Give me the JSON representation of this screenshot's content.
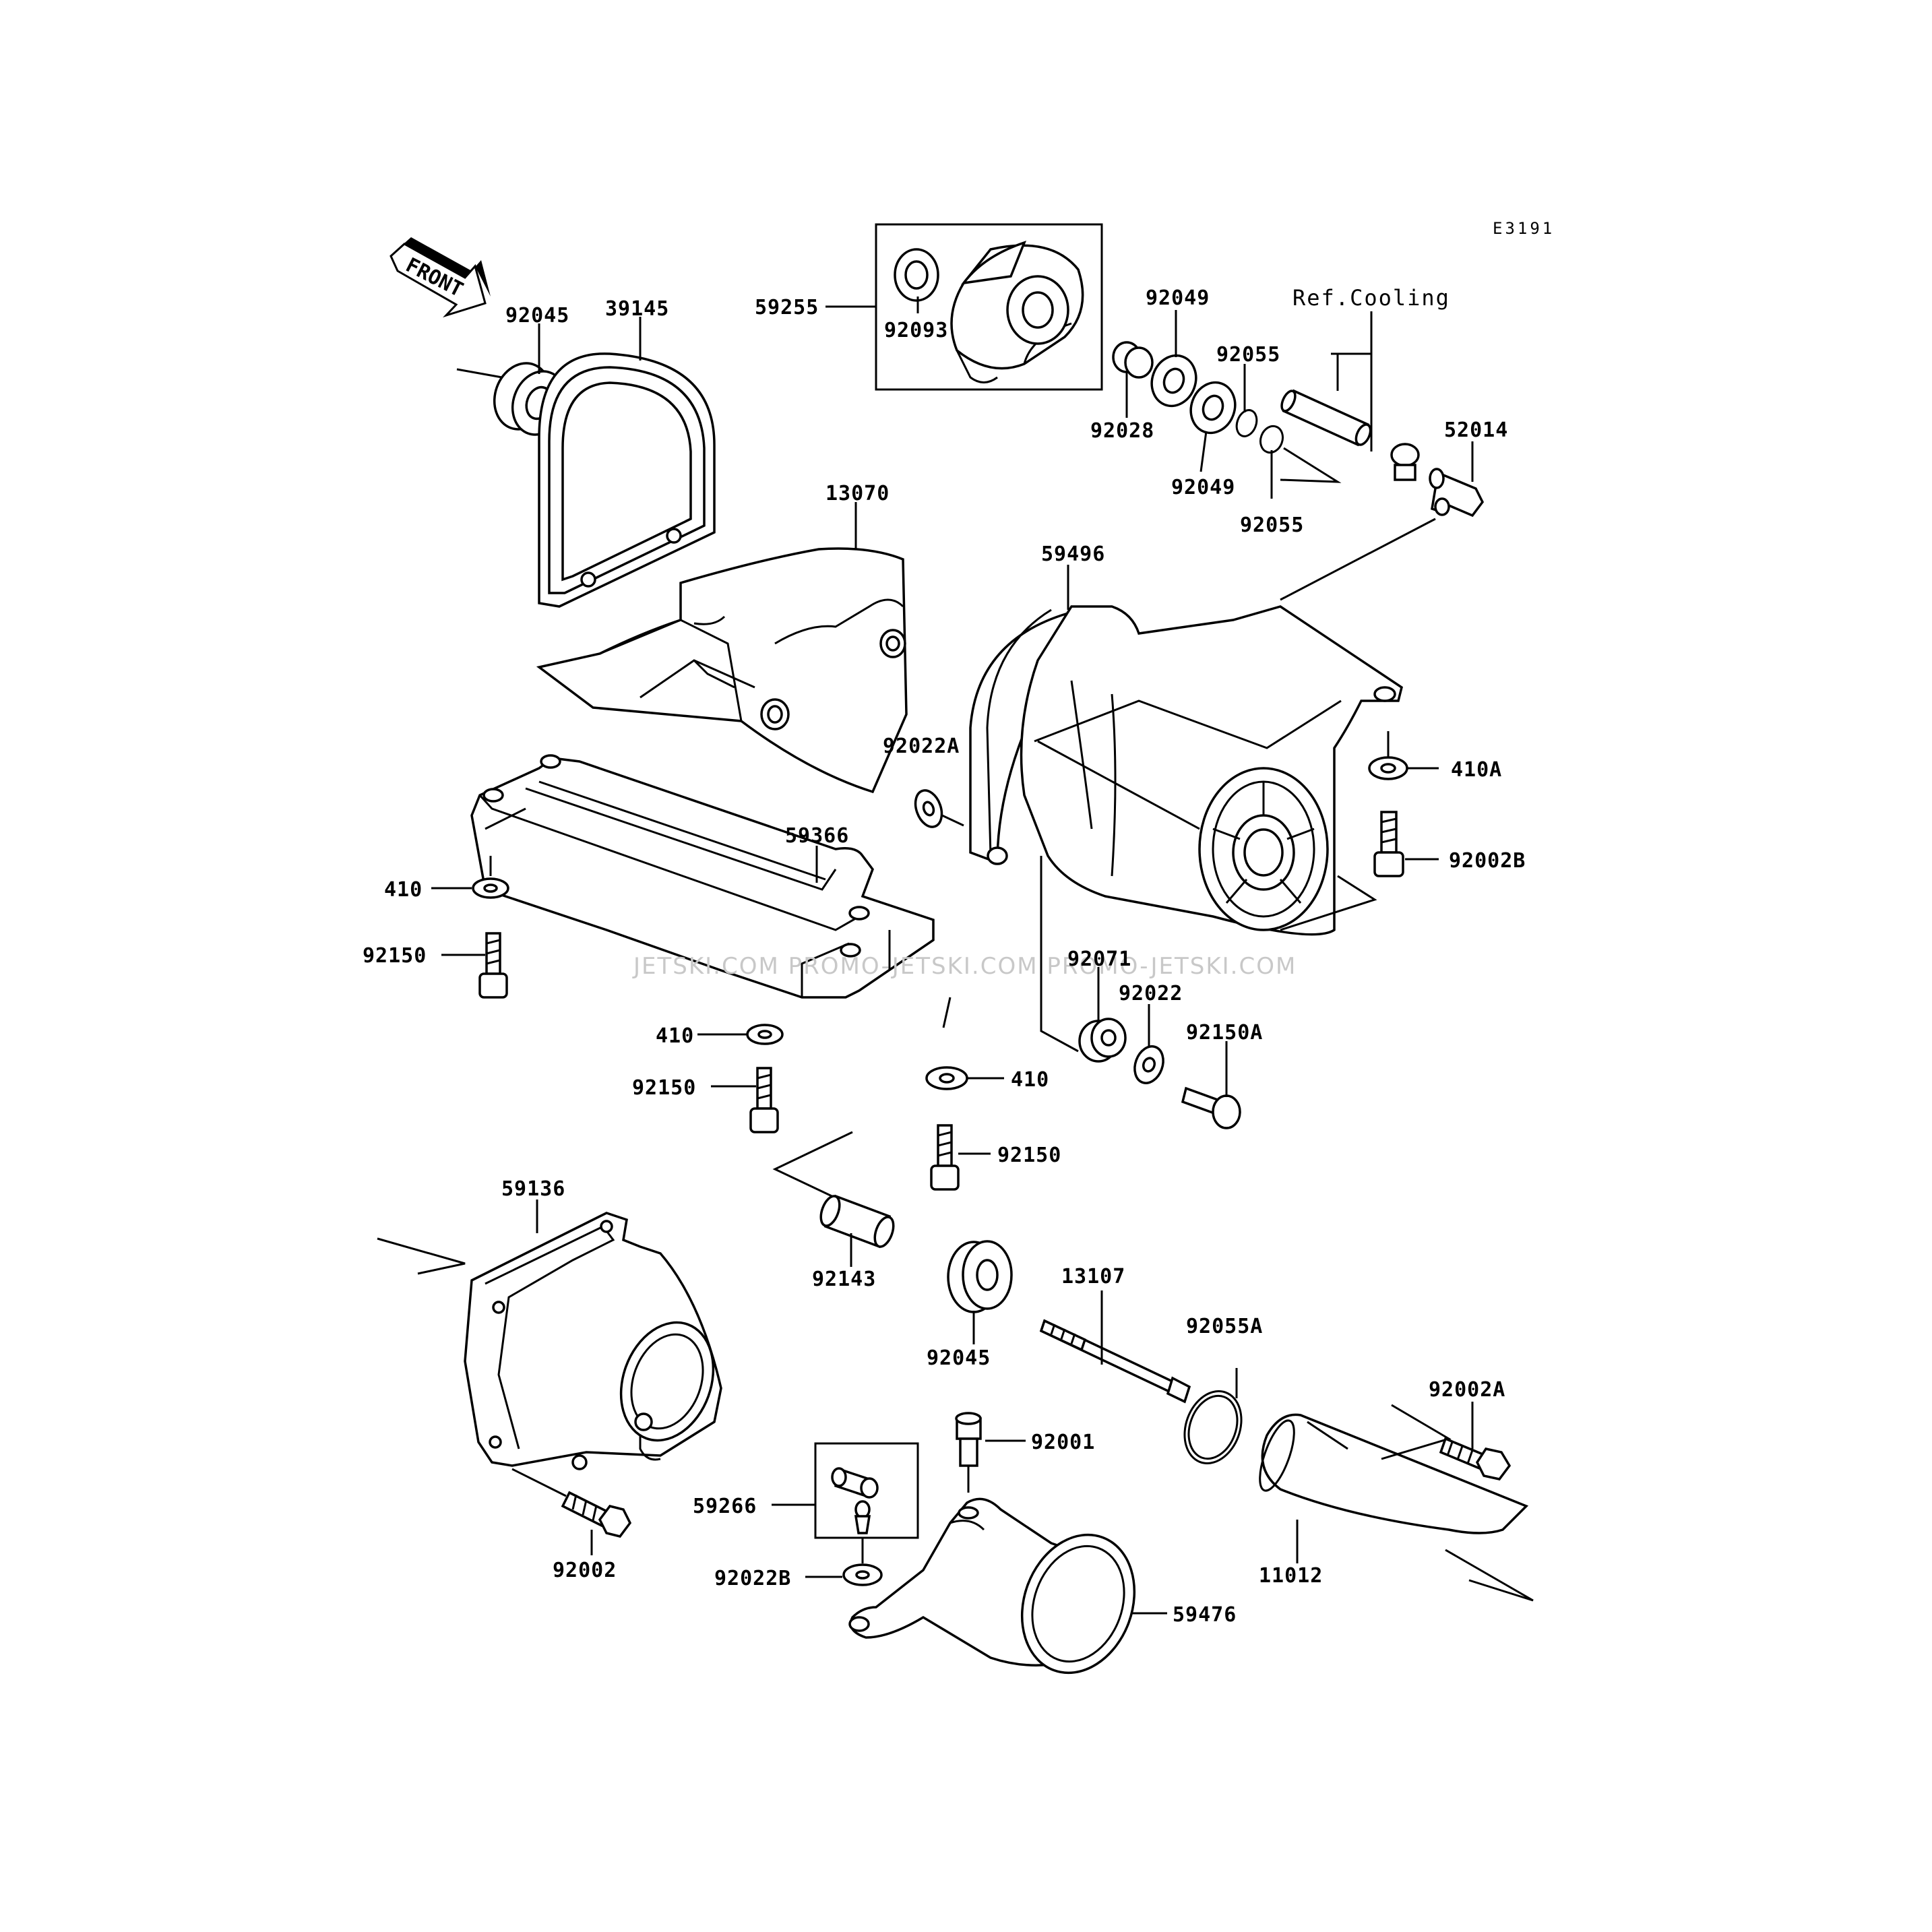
{
  "diagram": {
    "code": "E3191",
    "front_label": "FRONT",
    "ref_note": "Ref.Cooling",
    "watermark": "JETSKI.COM  PROMO-JETSKI.COM   PROMO-JETSKI.COM",
    "parts": [
      {
        "id": "p92045a",
        "label": "92045"
      },
      {
        "id": "p39145",
        "label": "39145"
      },
      {
        "id": "p59255",
        "label": "59255"
      },
      {
        "id": "p92093",
        "label": "92093"
      },
      {
        "id": "p92049a",
        "label": "92049"
      },
      {
        "id": "p92055a",
        "label": "92055"
      },
      {
        "id": "p92028",
        "label": "92028"
      },
      {
        "id": "p92049b",
        "label": "92049"
      },
      {
        "id": "p92055b",
        "label": "92055"
      },
      {
        "id": "p52014",
        "label": "52014"
      },
      {
        "id": "p13070",
        "label": "13070"
      },
      {
        "id": "p59496",
        "label": "59496"
      },
      {
        "id": "p92022A",
        "label": "92022A"
      },
      {
        "id": "p410A",
        "label": "410A"
      },
      {
        "id": "p92002B",
        "label": "92002B"
      },
      {
        "id": "p59366",
        "label": "59366"
      },
      {
        "id": "p410a",
        "label": "410"
      },
      {
        "id": "p92150a",
        "label": "92150"
      },
      {
        "id": "p92071",
        "label": "92071"
      },
      {
        "id": "p92022",
        "label": "92022"
      },
      {
        "id": "p92150A",
        "label": "92150A"
      },
      {
        "id": "p410b",
        "label": "410"
      },
      {
        "id": "p92150b",
        "label": "92150"
      },
      {
        "id": "p410c",
        "label": "410"
      },
      {
        "id": "p92150c",
        "label": "92150"
      },
      {
        "id": "p59136",
        "label": "59136"
      },
      {
        "id": "p92143",
        "label": "92143"
      },
      {
        "id": "p92045b",
        "label": "92045"
      },
      {
        "id": "p13107",
        "label": "13107"
      },
      {
        "id": "p92055A",
        "label": "92055A"
      },
      {
        "id": "p92002A",
        "label": "92002A"
      },
      {
        "id": "p92001",
        "label": "92001"
      },
      {
        "id": "p59266",
        "label": "59266"
      },
      {
        "id": "p92022B",
        "label": "92022B"
      },
      {
        "id": "p59476",
        "label": "59476"
      },
      {
        "id": "p92002",
        "label": "92002"
      },
      {
        "id": "p11012",
        "label": "11012"
      }
    ]
  }
}
